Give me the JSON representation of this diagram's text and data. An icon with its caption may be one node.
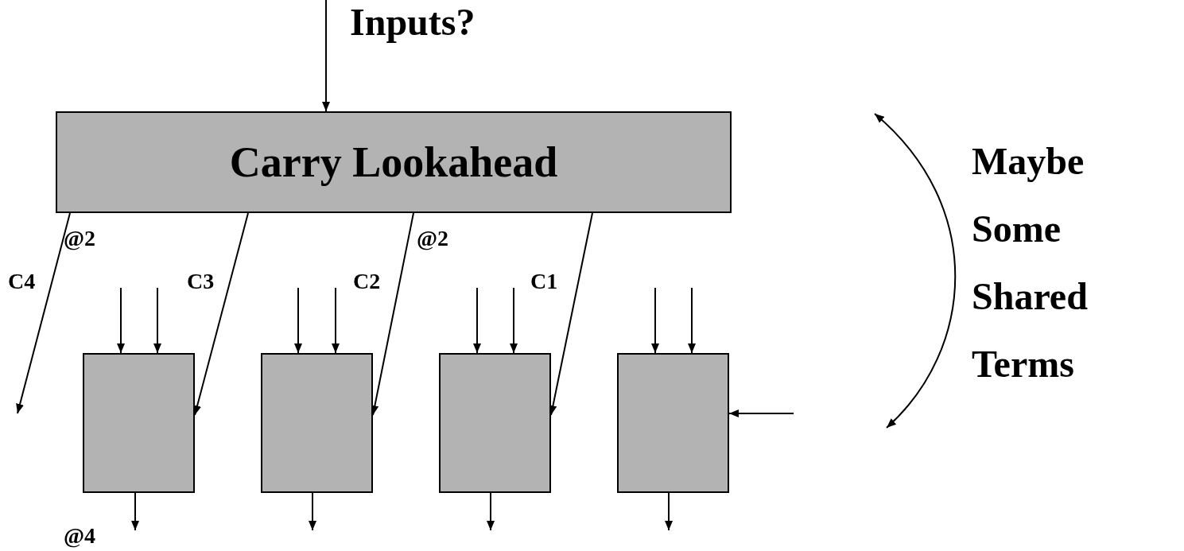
{
  "diagram": {
    "nodes": [
      {
        "text": [
          "Carry Lookahead"
        ]
      },
      {
        "text": [],
        "shape": "box"
      },
      {
        "text": [],
        "shape": "box"
      },
      {
        "text": [],
        "shape": "box"
      },
      {
        "text": [],
        "shape": "box"
      }
    ],
    "edges": [
      {
        "from": null,
        "to": 0,
        "arrow": "to",
        "label": "Inputs?"
      },
      {
        "from": 0,
        "to": null,
        "arrow": "to",
        "label": "C4"
      },
      {
        "from": 0,
        "to": 1,
        "arrow": "to",
        "label": "C3"
      },
      {
        "from": 0,
        "to": 2,
        "arrow": "to",
        "label": "C2"
      },
      {
        "from": 0,
        "to": 3,
        "arrow": "to",
        "label": "C1"
      },
      {
        "from": null,
        "to": 1,
        "arrow": "to"
      },
      {
        "from": null,
        "to": 1,
        "arrow": "to"
      },
      {
        "from": null,
        "to": 2,
        "arrow": "to"
      },
      {
        "from": null,
        "to": 2,
        "arrow": "to"
      },
      {
        "from": null,
        "to": 3,
        "arrow": "to"
      },
      {
        "from": null,
        "to": 3,
        "arrow": "to"
      },
      {
        "from": null,
        "to": 4,
        "arrow": "to"
      },
      {
        "from": null,
        "to": 4,
        "arrow": "to"
      },
      {
        "from": 1,
        "to": null,
        "arrow": "to"
      },
      {
        "from": 2,
        "to": null,
        "arrow": "to"
      },
      {
        "from": 3,
        "to": null,
        "arrow": "to"
      },
      {
        "from": 4,
        "to": null,
        "arrow": "to"
      },
      {
        "from": null,
        "to": 4,
        "arrow": "to"
      }
    ],
    "labels": [
      "@2",
      "@2",
      "@4",
      "Maybe Some Shared Terms"
    ]
  }
}
